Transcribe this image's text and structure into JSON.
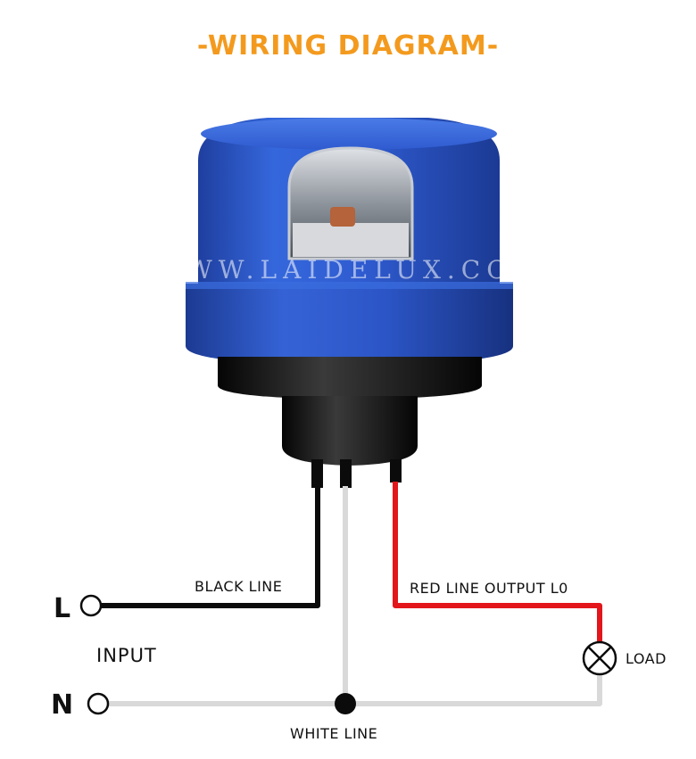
{
  "title": "-WIRING DIAGRAM-",
  "watermark": "WWW.LAIDELUX.COM",
  "terminals": {
    "live": "L",
    "neutral": "N",
    "input": "INPUT"
  },
  "wires": {
    "black": "BLACK LINE",
    "red": "RED LINE OUTPUT L0",
    "white": "WHITE LINE"
  },
  "load": "LOAD",
  "colors": {
    "title": "#f39a1e",
    "black_wire": "#0b0b0b",
    "red_wire": "#e3161b",
    "white_wire": "#d9d9d9",
    "device_blue": "#2f5bd0"
  },
  "icons": {
    "device": "photocell-sensor-icon",
    "load": "lamp-load-icon"
  }
}
